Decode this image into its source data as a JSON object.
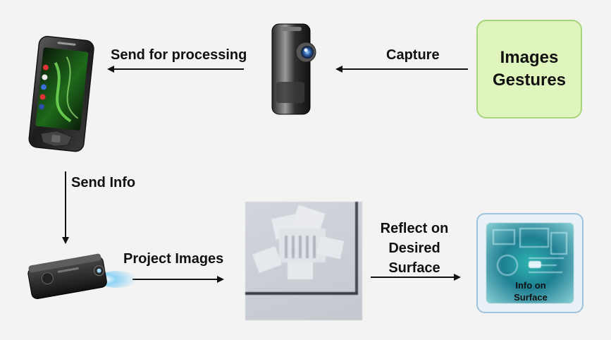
{
  "nodes": {
    "gestures_box": {
      "line1": "Images",
      "line2": "Gestures"
    },
    "surface_box": {
      "line1": "Info on",
      "line2": "Surface"
    }
  },
  "edges": {
    "capture": "Capture",
    "send_for_processing": "Send for processing",
    "send_info": "Send Info",
    "project_images": "Project Images",
    "reflect": {
      "line1": "Reflect on",
      "line2": "Desired",
      "line3": "Surface"
    }
  },
  "colors": {
    "gestures_fill": "#dff5bd",
    "gestures_border": "#a8d47a",
    "surface_border": "#9ec3dc",
    "arrow": "#111111",
    "projector_beam": "#8fd3f5"
  },
  "icons": [
    "smartphone-icon",
    "camera-icon",
    "projector-icon",
    "projected-images-icon",
    "projected-surface-icon"
  ]
}
